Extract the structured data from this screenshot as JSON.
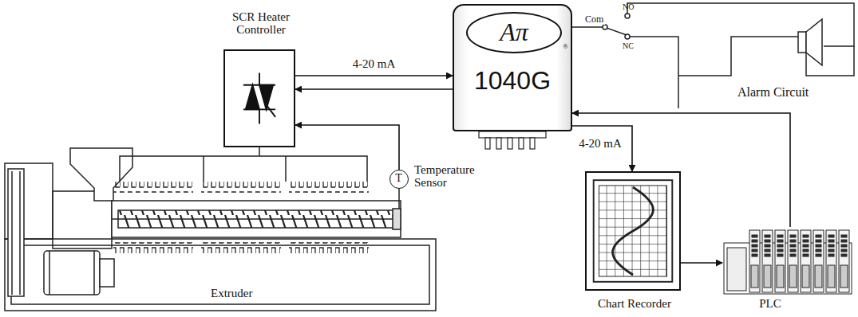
{
  "diagram": {
    "nodes": [
      {
        "text": [
          "SCR Heater Controller"
        ]
      },
      {
        "text": [
          "Aπ",
          "1040G"
        ]
      },
      {
        "text": [
          "T",
          "Temperature Sensor"
        ]
      },
      {
        "text": [
          "Chart Recorder"
        ]
      },
      {
        "text": [
          "PLC"
        ]
      }
    ],
    "edges": [
      {
        "from": 0,
        "to": 1,
        "arrow": "to",
        "label": "4-20 mA"
      },
      {
        "from": 1,
        "to": 0,
        "arrow": "to"
      },
      {
        "from": 2,
        "to": 0,
        "arrow": "to"
      },
      {
        "from": 1,
        "to": 3,
        "arrow": "to",
        "label": "4-20 mA"
      },
      {
        "from": 3,
        "to": 4,
        "arrow": "to"
      },
      {
        "from": 4,
        "to": 1,
        "arrow": "to"
      }
    ],
    "labels": [
      "®",
      "Com",
      "NO",
      "NC",
      "Alarm Circuit",
      "Extruder"
    ]
  }
}
